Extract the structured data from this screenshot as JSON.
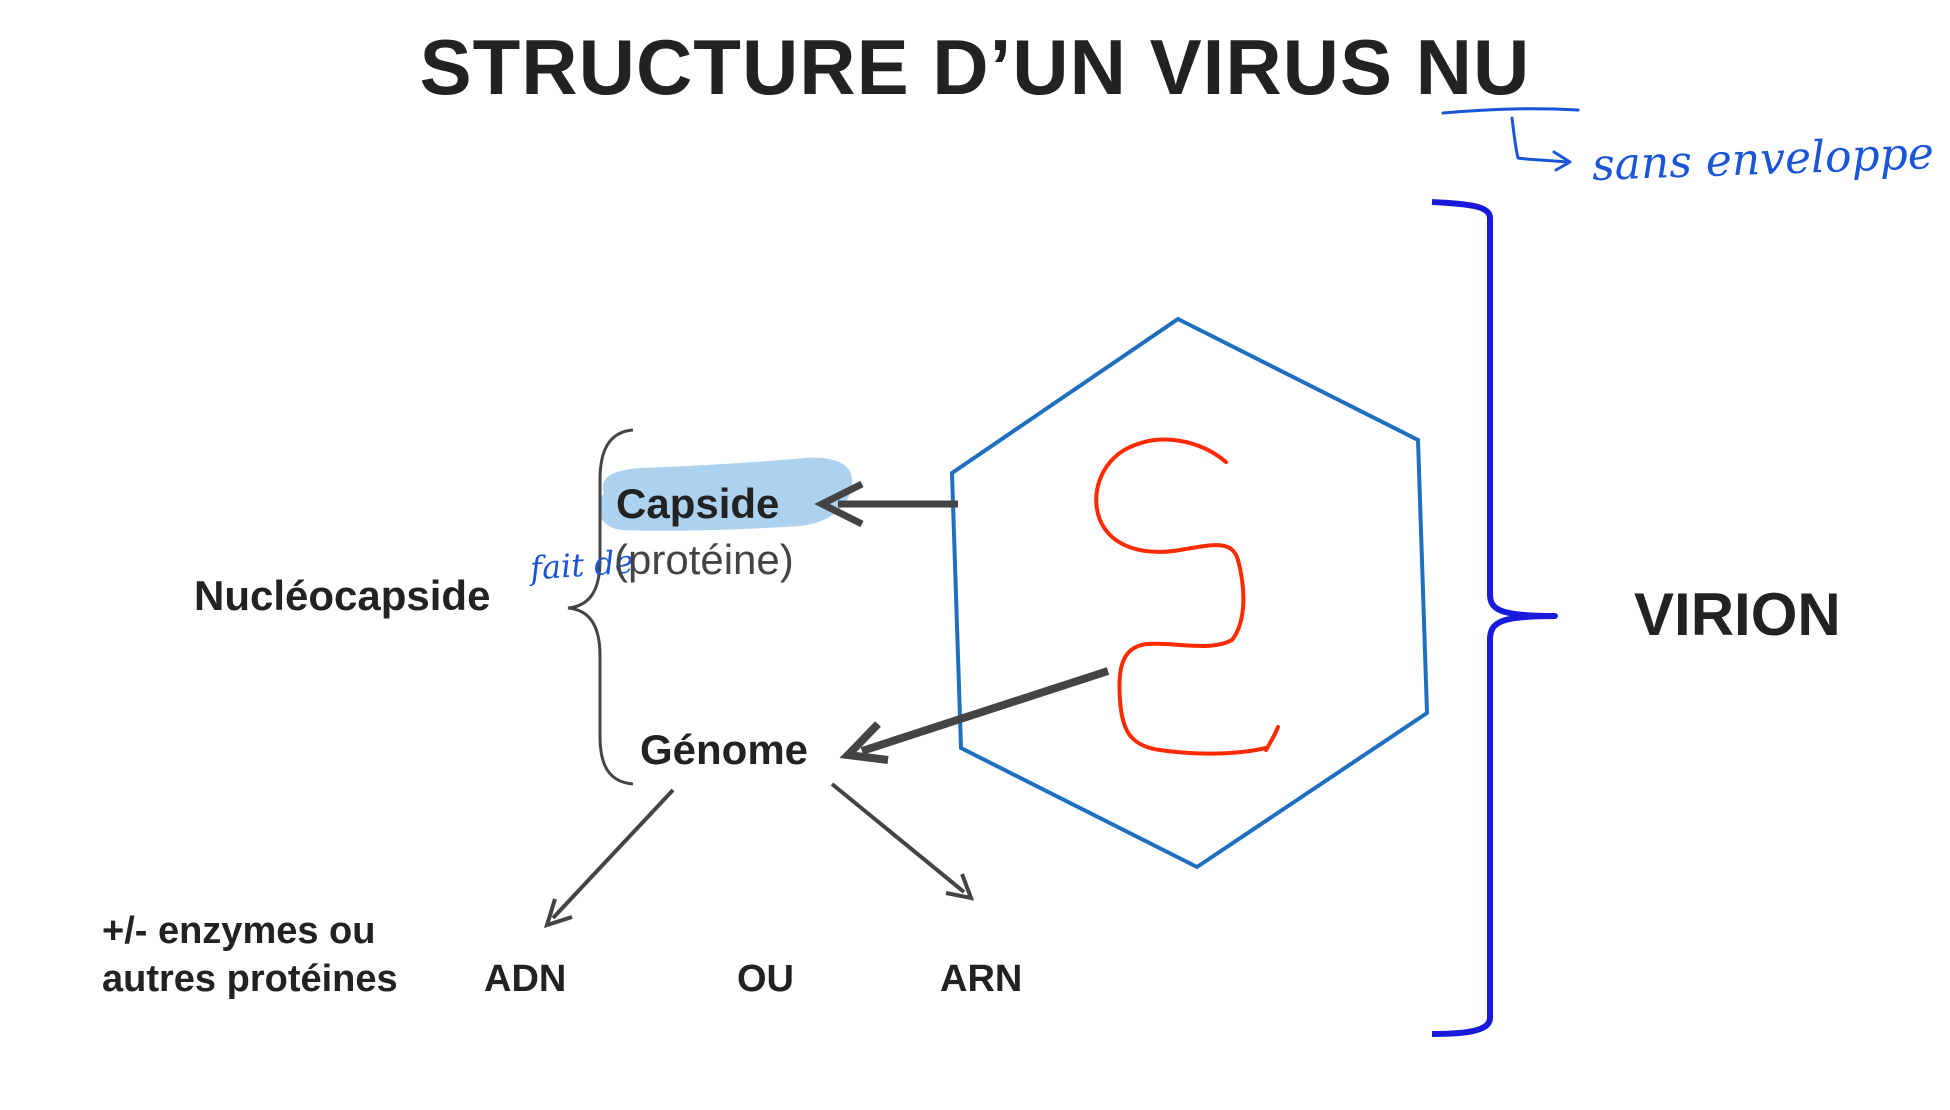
{
  "title": "STRUCTURE D’UN VIRUS NU",
  "annotations": {
    "sans_enveloppe": "sans enveloppe",
    "fait_de": "fait de"
  },
  "labels": {
    "virion": "VIRION",
    "nucleocapside": "Nucléocapside",
    "capside": "Capside",
    "proteine": "(protéine)",
    "genome": "Génome",
    "enzymes_line1": "+/- enzymes ou",
    "enzymes_line2": "autres protéines",
    "adn": "ADN",
    "ou": "OU",
    "arn": "ARN"
  },
  "colors": {
    "text": "#1a1a1a",
    "hexagon": "#1f6fc0",
    "genome_strand": "#ff2a00",
    "bracket": "#1a1adc",
    "handwriting": "#1a55d8",
    "highlight": "#a8d0ee",
    "arrow": "#444444"
  }
}
